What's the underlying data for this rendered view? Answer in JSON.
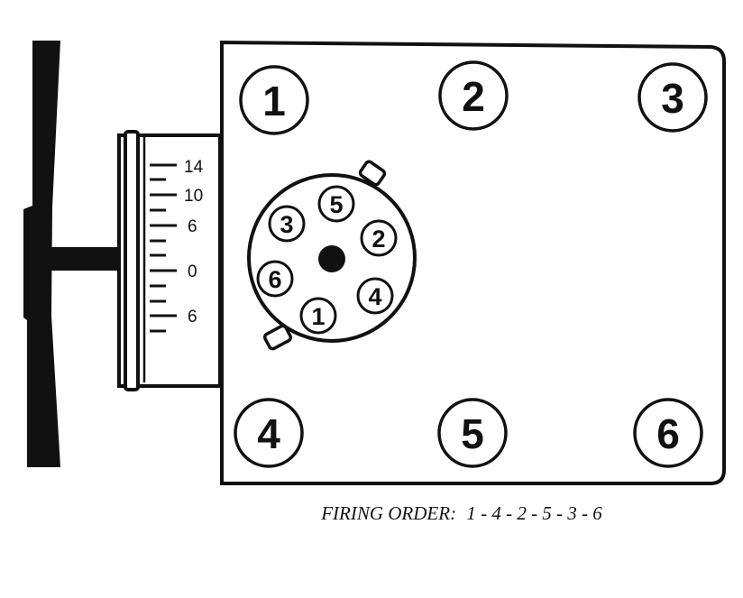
{
  "engine": {
    "front_cylinders": [
      "1",
      "2",
      "3"
    ],
    "rear_cylinders": [
      "4",
      "5",
      "6"
    ]
  },
  "distributor": {
    "terminals": [
      "5",
      "2",
      "4",
      "1",
      "6",
      "3"
    ]
  },
  "timing_scale": {
    "labels": [
      "14",
      "10",
      "6",
      "0",
      "6"
    ]
  },
  "caption": {
    "label": "FIRING ORDER:",
    "sequence": "1 - 4 - 2 - 5 - 3 - 6"
  }
}
